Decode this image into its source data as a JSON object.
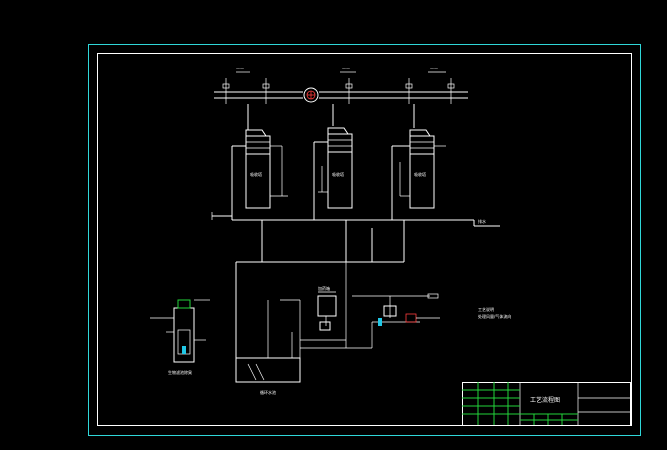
{
  "colors": {
    "background": "#000000",
    "outer_frame": "#2fd7d9",
    "lines": "#ffffff",
    "title_block_accent": "#22d43a",
    "instrument_accent": "#21c8e6",
    "fan_accent": "#ff3b3b"
  },
  "drawing": {
    "title_block": {
      "title": "工艺流程图"
    },
    "labels": {
      "tank_left": "吸收塔",
      "tank_mid": "吸收塔",
      "tank_right": "吸收塔",
      "drain_right": "排水",
      "settling_tank": "循环水池",
      "left_unit": "生物滤池除臭",
      "reagent_tank": "加药箱",
      "note_line1": "工艺说明",
      "note_line2": "处理风量/气体流向"
    }
  }
}
